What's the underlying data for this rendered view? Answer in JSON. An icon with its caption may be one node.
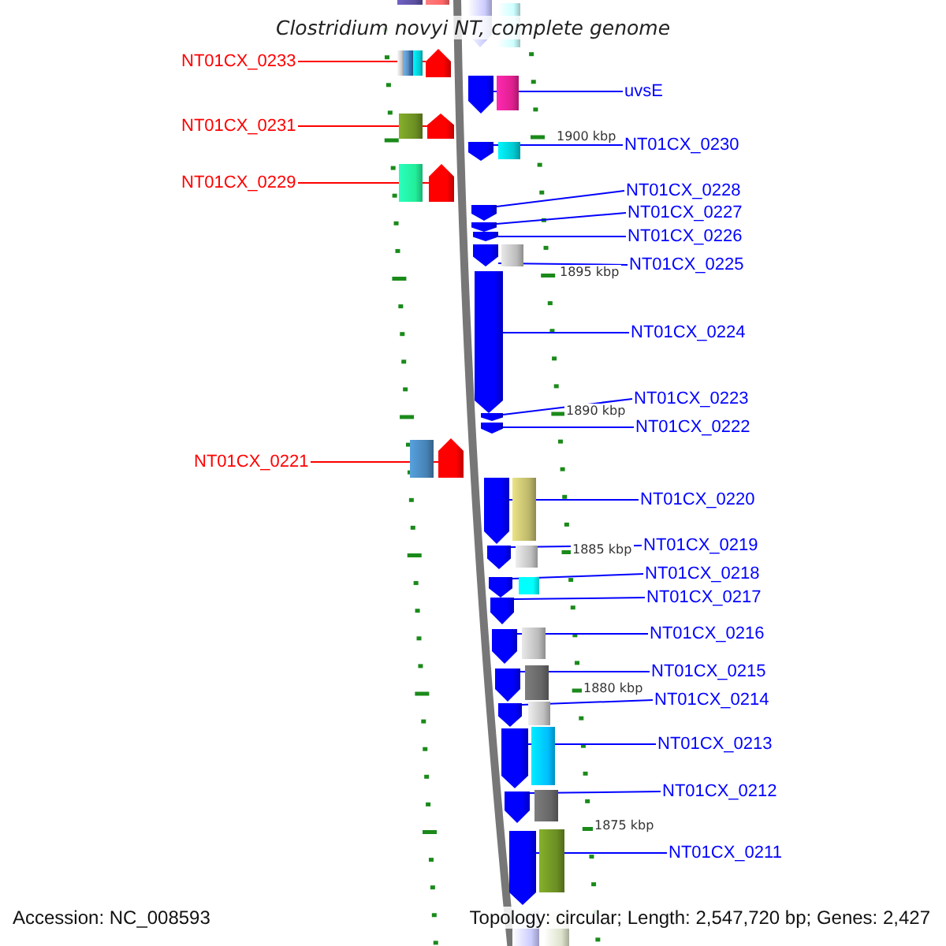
{
  "diagram": {
    "title": "Clostridium novyi NT, complete genome",
    "nodes": [
      {
        "text": [
          "NT01CX_0233"
        ]
      },
      {
        "text": [],
        "shape": "pentagon"
      },
      {
        "text": [
          "uvsE"
        ]
      },
      {
        "text": [],
        "shape": "pentagon"
      },
      {
        "text": [
          "NT01CX_0231"
        ]
      },
      {
        "text": [],
        "shape": "pentagon"
      },
      {
        "text": [
          "NT01CX_0230"
        ]
      },
      {
        "text": [],
        "shape": "pentagon"
      },
      {
        "text": [
          "NT01CX_0229"
        ]
      },
      {
        "text": [],
        "shape": "pentagon"
      },
      {
        "text": [
          "NT01CX_0228"
        ]
      },
      {
        "text": [],
        "shape": "pentagon"
      },
      {
        "text": [
          "NT01CX_0227"
        ]
      },
      {
        "text": [],
        "shape": "pentagon"
      },
      {
        "text": [
          "NT01CX_0226"
        ]
      },
      {
        "text": [],
        "shape": "pentagon"
      },
      {
        "text": [
          "NT01CX_0225"
        ]
      },
      {
        "text": [],
        "shape": "pentagon"
      },
      {
        "text": [
          "NT01CX_0224"
        ]
      },
      {
        "text": [],
        "shape": "pentagon"
      },
      {
        "text": [
          "NT01CX_0223"
        ]
      },
      {
        "text": [],
        "shape": "pentagon"
      },
      {
        "text": [
          "NT01CX_0222"
        ]
      },
      {
        "text": [],
        "shape": "pentagon"
      },
      {
        "text": [
          "NT01CX_0221"
        ]
      },
      {
        "text": [],
        "shape": "pentagon"
      },
      {
        "text": [
          "NT01CX_0220"
        ]
      },
      {
        "text": [],
        "shape": "pentagon"
      },
      {
        "text": [
          "NT01CX_0219"
        ]
      },
      {
        "text": [],
        "shape": "pentagon"
      },
      {
        "text": [
          "NT01CX_0218"
        ]
      },
      {
        "text": [],
        "shape": "pentagon"
      },
      {
        "text": [
          "NT01CX_0217"
        ]
      },
      {
        "text": [],
        "shape": "pentagon"
      },
      {
        "text": [
          "NT01CX_0216"
        ]
      },
      {
        "text": [],
        "shape": "pentagon"
      },
      {
        "text": [
          "NT01CX_0215"
        ]
      },
      {
        "text": [],
        "shape": "pentagon"
      },
      {
        "text": [
          "NT01CX_0214"
        ]
      },
      {
        "text": [],
        "shape": "pentagon"
      },
      {
        "text": [
          "NT01CX_0213"
        ]
      },
      {
        "text": [],
        "shape": "pentagon"
      },
      {
        "text": [
          "NT01CX_0212"
        ]
      },
      {
        "text": [],
        "shape": "pentagon"
      },
      {
        "text": [
          "NT01CX_0211"
        ]
      },
      {
        "text": [],
        "shape": "pentagon"
      }
    ],
    "edges": [
      {
        "from": 0,
        "to": 1,
        "arrow": "none",
        "color": "#ff0000"
      },
      {
        "from": 2,
        "to": 3,
        "arrow": "none"
      },
      {
        "from": 4,
        "to": 5,
        "arrow": "none",
        "color": "#ff0000"
      },
      {
        "from": 6,
        "to": 7,
        "arrow": "none"
      },
      {
        "from": 8,
        "to": 9,
        "arrow": "none",
        "color": "#ff0000"
      },
      {
        "from": 10,
        "to": 11,
        "arrow": "none"
      },
      {
        "from": 12,
        "to": 13,
        "arrow": "none"
      },
      {
        "from": 14,
        "to": 15,
        "arrow": "none"
      },
      {
        "from": 16,
        "to": 17,
        "arrow": "none"
      },
      {
        "from": 18,
        "to": 19,
        "arrow": "none"
      },
      {
        "from": 20,
        "to": 21,
        "arrow": "none"
      },
      {
        "from": 22,
        "to": 23,
        "arrow": "none"
      },
      {
        "from": 24,
        "to": 25,
        "arrow": "none",
        "color": "#ff0000"
      },
      {
        "from": 26,
        "to": 27,
        "arrow": "none"
      },
      {
        "from": 28,
        "to": 29,
        "arrow": "none"
      },
      {
        "from": 30,
        "to": 31,
        "arrow": "none"
      },
      {
        "from": 32,
        "to": 33,
        "arrow": "none"
      },
      {
        "from": 34,
        "to": 35,
        "arrow": "none"
      },
      {
        "from": 36,
        "to": 37,
        "arrow": "none"
      },
      {
        "from": 38,
        "to": 39,
        "arrow": "none"
      },
      {
        "from": 40,
        "to": 41,
        "arrow": "none"
      },
      {
        "from": 42,
        "to": 43,
        "arrow": "none"
      },
      {
        "from": 44,
        "to": 45,
        "arrow": "none"
      }
    ],
    "labels": [
      "1900 kbp",
      "1895 kbp",
      "1890 kbp",
      "1885 kbp",
      "1880 kbp",
      "1875 kbp",
      "Accession: NC_008593",
      "Topology: circular; Length: 2,547,720 bp; Genes: 2,427"
    ]
  }
}
